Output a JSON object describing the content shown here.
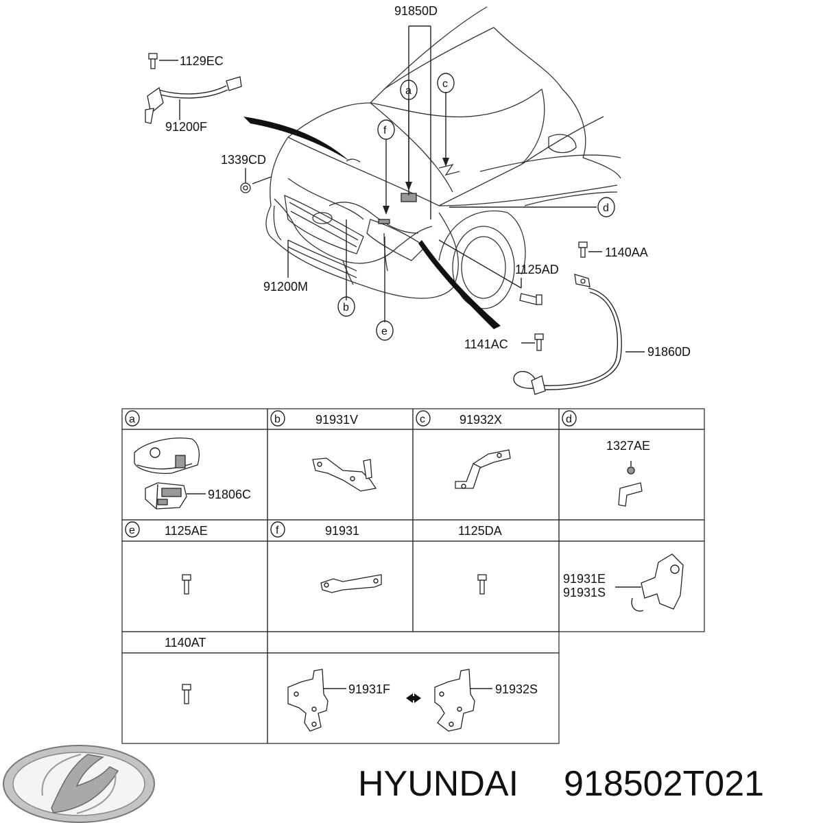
{
  "callouts": {
    "c91850D": "91850D",
    "c1129EC": "1129EC",
    "c91200F": "91200F",
    "c1339CD": "1339CD",
    "c91200M": "91200M",
    "c1140AA": "1140AA",
    "c1125AD": "1125AD",
    "c1141AC": "1141AC",
    "c91860D": "91860D"
  },
  "markers": {
    "a": "a",
    "b": "b",
    "c": "c",
    "d": "d",
    "e": "e",
    "f": "f"
  },
  "table": {
    "a_part": "91806C",
    "b_header": "91931V",
    "c_header": "91932X",
    "d_part": "1327AE",
    "e_header": "1125AE",
    "f_header": "91931",
    "g_header": "1125DA",
    "h_part1": "91931E",
    "h_part2": "91931S",
    "i_header": "1140AT",
    "j_part1": "91931F",
    "j_part2": "91932S"
  },
  "footer": {
    "brand": "HYUNDAI",
    "part_number": "918502T021"
  }
}
